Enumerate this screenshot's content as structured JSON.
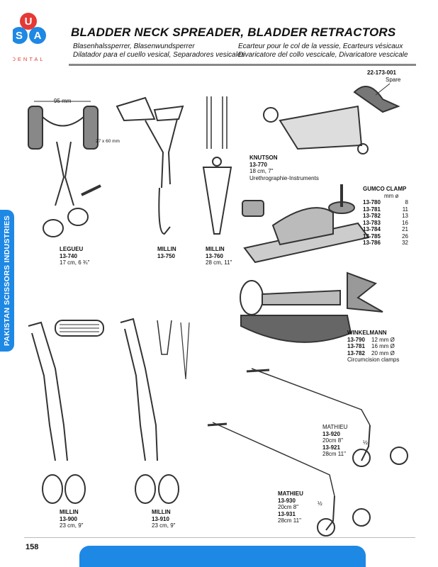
{
  "brand": {
    "logo_letters": [
      "U",
      "S",
      "A"
    ],
    "logo_word": "DENTAL",
    "colors": {
      "accent": "#1e88e5",
      "logo_red": "#e53935",
      "logo_blue": "#1e88e5"
    }
  },
  "header": {
    "title": "BLADDER NECK SPREADER, BLADDER RETRACTORS",
    "sub_de": "Blasenhalssperrer, Blasenwundsperrer",
    "sub_es": "Dilatador para el cuello vesical, Separadores vesicales",
    "sub_fr": "Ecarteur pour le col de la vessie, Ecarteurs vésicaux",
    "sub_it": "Divaricatore del collo vescicale, Divaricatore vescicale"
  },
  "sidebar": {
    "label": "PAKISTAN SCISSORS INDUSTRIES"
  },
  "dimensions": {
    "legueu_width": "95 mm",
    "legueu_blade": "27 x 60 mm"
  },
  "products": {
    "legueu": {
      "name": "LEGUEU",
      "code": "13-740",
      "size": "17 cm, 6 ¾\""
    },
    "millin_750": {
      "name": "MILLIN",
      "code": "13-750"
    },
    "millin_760": {
      "name": "MILLIN",
      "code": "13-760",
      "size": "28 cm, 11\""
    },
    "knutson": {
      "name": "KNUTSON",
      "code": "13-770",
      "size": "18 cm, 7\"",
      "note": "Urethrographie-Instruments"
    },
    "spare": {
      "code": "22-173-001",
      "label": "Spare"
    },
    "gumco": {
      "name": "GUMCO CLAMP",
      "unit": "mm ø",
      "rows": [
        {
          "code": "13-780",
          "size": "8"
        },
        {
          "code": "13-781",
          "size": "11"
        },
        {
          "code": "13-782",
          "size": "13"
        },
        {
          "code": "13-783",
          "size": "16"
        },
        {
          "code": "13-784",
          "size": "21"
        },
        {
          "code": "13-785",
          "size": "26"
        },
        {
          "code": "13-786",
          "size": "32"
        }
      ]
    },
    "winkelmann": {
      "name": "WINKELMANN",
      "rows": [
        {
          "code": "13-790",
          "size": "12 mm Ø"
        },
        {
          "code": "13-781",
          "size": "16 mm Ø"
        },
        {
          "code": "13-782",
          "size": "20 mm Ø"
        }
      ],
      "note": "Circumcision clamps"
    },
    "mathieu_920": {
      "name": "MATHIEU",
      "code1": "13-920",
      "size1": "20cm 8\"",
      "code2": "13-921",
      "size2": "28cm 11\"",
      "mark": "½"
    },
    "mathieu_930": {
      "name": "MATHIEU",
      "code1": "13-930",
      "size1": "20cm 8\"",
      "code2": "13-931",
      "size2": "28cm 11\"",
      "mark": "½"
    },
    "millin_900": {
      "name": "MILLIN",
      "code": "13-900",
      "size": "23 cm, 9\""
    },
    "millin_910": {
      "name": "MILLIN",
      "code": "13-910",
      "size": "23 cm, 9\""
    }
  },
  "footer": {
    "page_number": "158"
  }
}
